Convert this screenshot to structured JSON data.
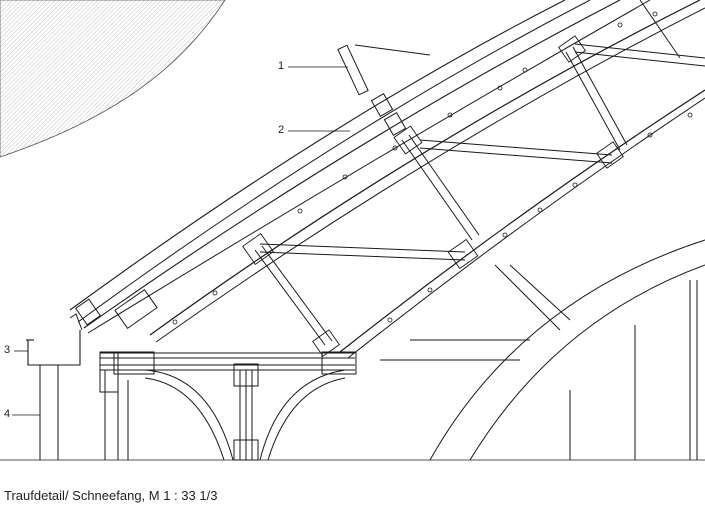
{
  "caption": "Traufdetail/ Schneefang, M 1 : 33 1/3",
  "callouts": [
    {
      "id": "1",
      "label": "1"
    },
    {
      "id": "2",
      "label": "2"
    },
    {
      "id": "3",
      "label": "3"
    },
    {
      "id": "4",
      "label": "4"
    }
  ],
  "colors": {
    "line": "#1a1a1a",
    "hatch": "#bfbfbf",
    "background": "#ffffff"
  }
}
